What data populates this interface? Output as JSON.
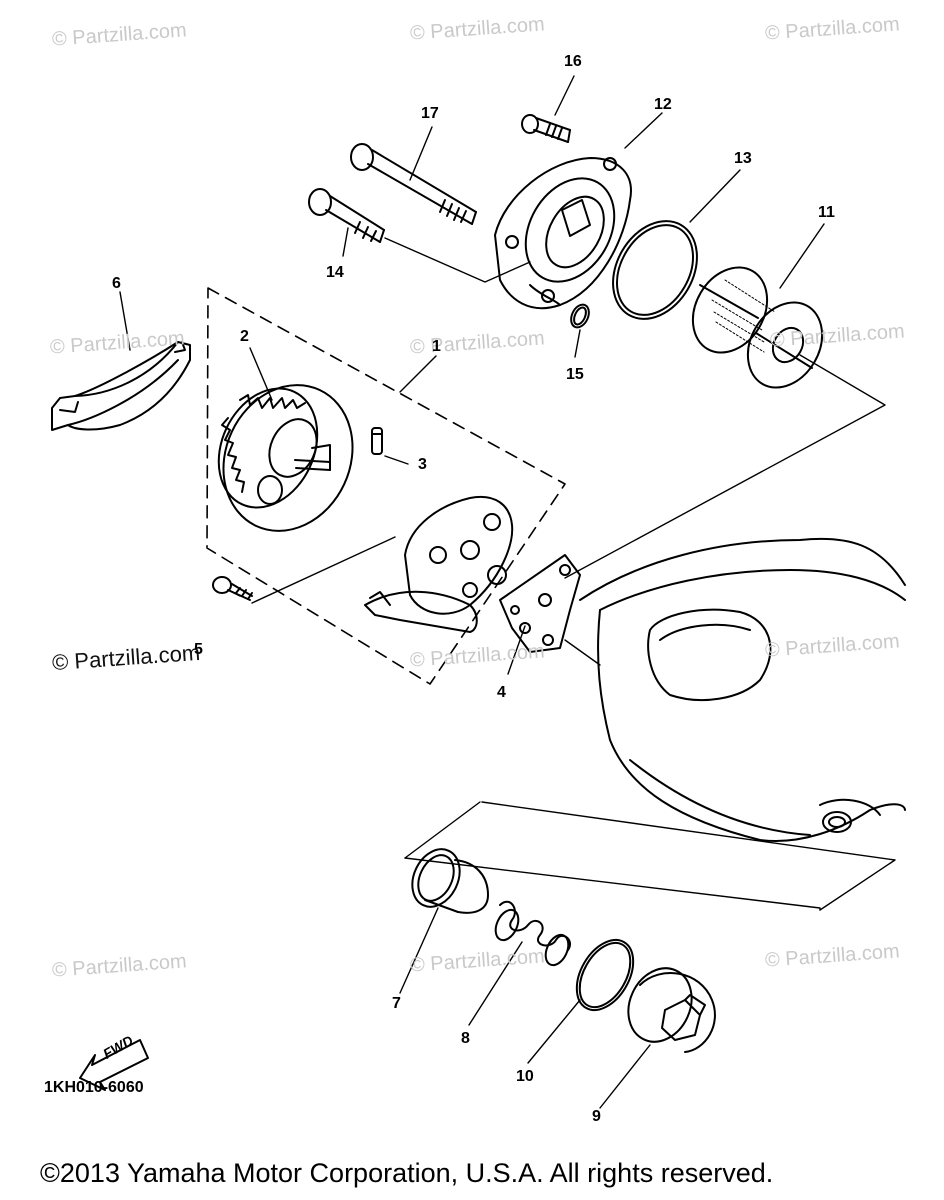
{
  "watermark": "© Partzilla.com",
  "callouts": {
    "c1": "1",
    "c2": "2",
    "c3": "3",
    "c4": "4",
    "c5": "5",
    "c6": "6",
    "c7": "7",
    "c8": "8",
    "c9": "9",
    "c10": "10",
    "c11": "11",
    "c12": "12",
    "c13": "13",
    "c14": "14",
    "c15": "15",
    "c16": "16",
    "c17": "17"
  },
  "fwd_label": "FWD",
  "diagram_code": "1KH010-6060",
  "copyright": "©2013 Yamaha Motor Corporation, U.S.A. All rights reserved."
}
